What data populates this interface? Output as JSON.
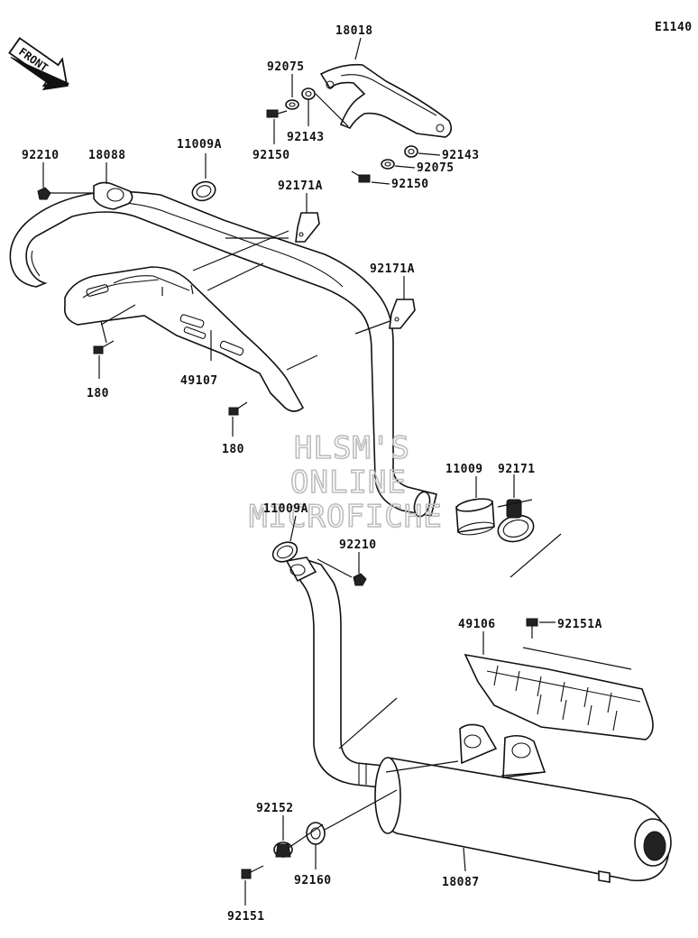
{
  "diagram_code": "E1140",
  "front_arrow_label": "FRONT",
  "watermark": [
    "HLSM'S",
    "ONLINE",
    "MICROFICHE"
  ],
  "labels": {
    "p18018": "18018",
    "p92075a": "92075",
    "p92143a": "92143",
    "p92150a": "92150",
    "p92143b": "92143",
    "p92075b": "92075",
    "p92150b": "92150",
    "p92210a": "92210",
    "p18088": "18088",
    "p11009Aa": "11009A",
    "p92171Aa": "92171A",
    "p92171Ab": "92171A",
    "p180a": "180",
    "p49107": "49107",
    "p180b": "180",
    "p11009": "11009",
    "p92171": "92171",
    "p11009Ab": "11009A",
    "p92210b": "92210",
    "p49106": "49106",
    "p92151A": "92151A",
    "p92152": "92152",
    "p92160": "92160",
    "p92151": "92151",
    "p18087": "18087"
  }
}
